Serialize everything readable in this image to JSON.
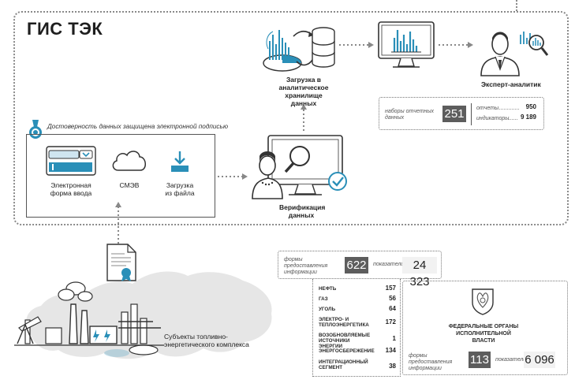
{
  "title": "ГИС ТЭК",
  "signature_note": "Достоверность данных защищена электронной подписью",
  "inputs": {
    "e_form": "Электронная форма ввода",
    "smev": "СМЭВ",
    "file_upload": "Загрузка из файла"
  },
  "steps": {
    "verification": "Верификация данных",
    "warehouse": "Загрузка в аналитическое хранилище данных",
    "analyst": "Эксперт-аналитик"
  },
  "analytics_box": {
    "label": "наборы отчетных данных",
    "count": "251",
    "reports_label": "отчеты",
    "reports_value": "950",
    "indicators_label": "индикаторы",
    "indicators_value": "9 189"
  },
  "subjects": {
    "label": "Субъекты топливно-энергетического комплекса",
    "forms_label": "формы предоставления информации",
    "forms_count": "622",
    "indicators_label": "показатели",
    "indicators_count": "24 323",
    "sectors": [
      {
        "name": "НЕФТЬ",
        "value": "157"
      },
      {
        "name": "ГАЗ",
        "value": "56"
      },
      {
        "name": "УГОЛЬ",
        "value": "64"
      },
      {
        "name": "ЭЛЕКТРО- И ТЕПЛОЭНЕРГЕТИКА",
        "value": "172"
      },
      {
        "name": "ВОЗОБНОВЛЯЕМЫЕ ИСТОЧНИКИ ЭНЕРГИИ",
        "value": "1"
      },
      {
        "name": "ЭНЕРГОСБЕРЕЖЕНИЕ",
        "value": "134"
      },
      {
        "name": "ИНТЕГРАЦИОННЫЙ СЕГМЕНТ",
        "value": "38"
      }
    ]
  },
  "federal": {
    "label": "ФЕДЕРАЛЬНЫЕ ОРГАНЫ ИСПОЛНИТЕЛЬНОЙ ВЛАСТИ",
    "forms_label": "формы предоставления информации",
    "forms_count": "113",
    "indicators_label": "показатели",
    "indicators_count": "6 096"
  },
  "colors": {
    "accent": "#2a8fb8",
    "dark": "#1e1e1e",
    "box": "#5d5d5d",
    "dotted": "#8a8a8a"
  }
}
